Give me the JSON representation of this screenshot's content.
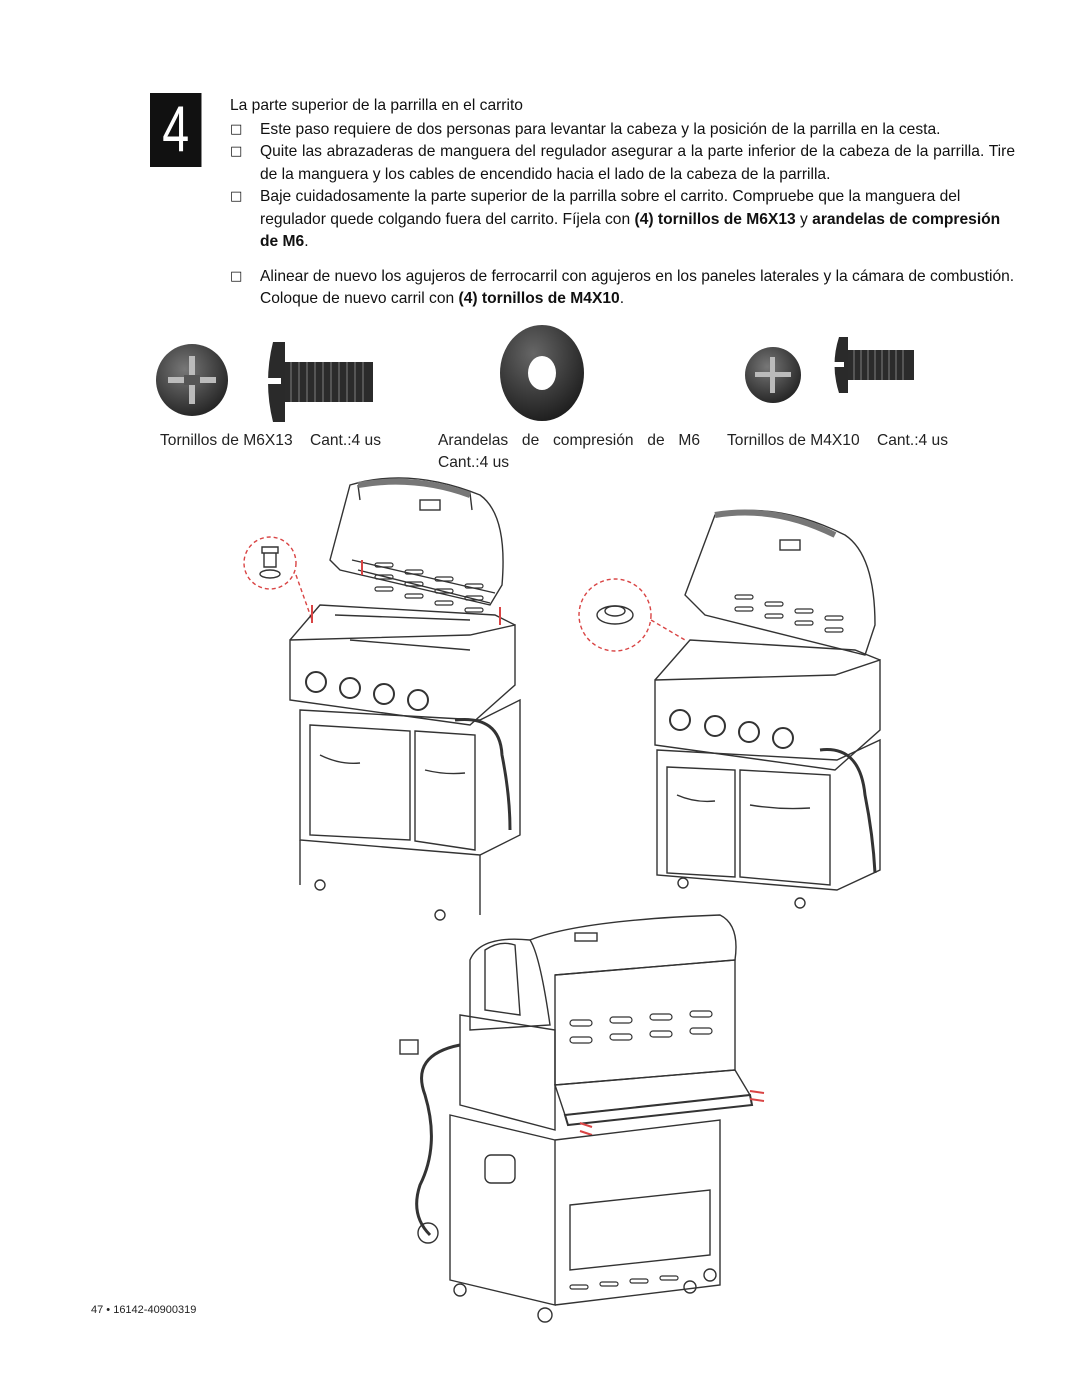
{
  "step": {
    "number": "4"
  },
  "title": "La parte superior de la parrilla en el carrito",
  "instructions": [
    {
      "bullet": "□",
      "text": "Este paso requiere de dos personas para levantar la cabeza y la posición de la parrilla en la cesta."
    },
    {
      "bullet": "□",
      "text": "Quite las abrazaderas de manguera del regulador asegurar a la parte inferior de la cabeza de la parrilla. Tire de la manguera y los cables de encendido hacia el lado de la cabeza de la parrilla."
    },
    {
      "bullet": "□",
      "text_before": "Baje cuidadosamente la parte superior de la parrilla sobre el carrito. Compruebe que la manguera del regulador quede colgando fuera del carrito. Fíjela con ",
      "bold_1": "(4) tornillos de M6X13",
      "text_middle": "  y ",
      "bold_2": "arandelas de compresión de M6",
      "text_after": "."
    },
    {
      "bullet": "□",
      "text_before": " Alinear de nuevo los agujeros de ferrocarril con agujeros en los paneles laterales y la cámara de combustión. Coloque de nuevo carril con ",
      "bold_1": "(4) tornillos de M4X10",
      "text_after": "."
    }
  ],
  "parts": [
    {
      "label": "Tornillos de M6X13    Cant.:4 us"
    },
    {
      "label": "Arandelas  de  compresión  de  M6  Cant.:4 us"
    },
    {
      "label": "Tornillos de M4X10    Cant.:4 us"
    }
  ],
  "footer": {
    "page": "47 • 16142-40900319"
  },
  "colors": {
    "hardware": "#2b2b2b",
    "callout": "#d94444",
    "line": "#333333"
  }
}
